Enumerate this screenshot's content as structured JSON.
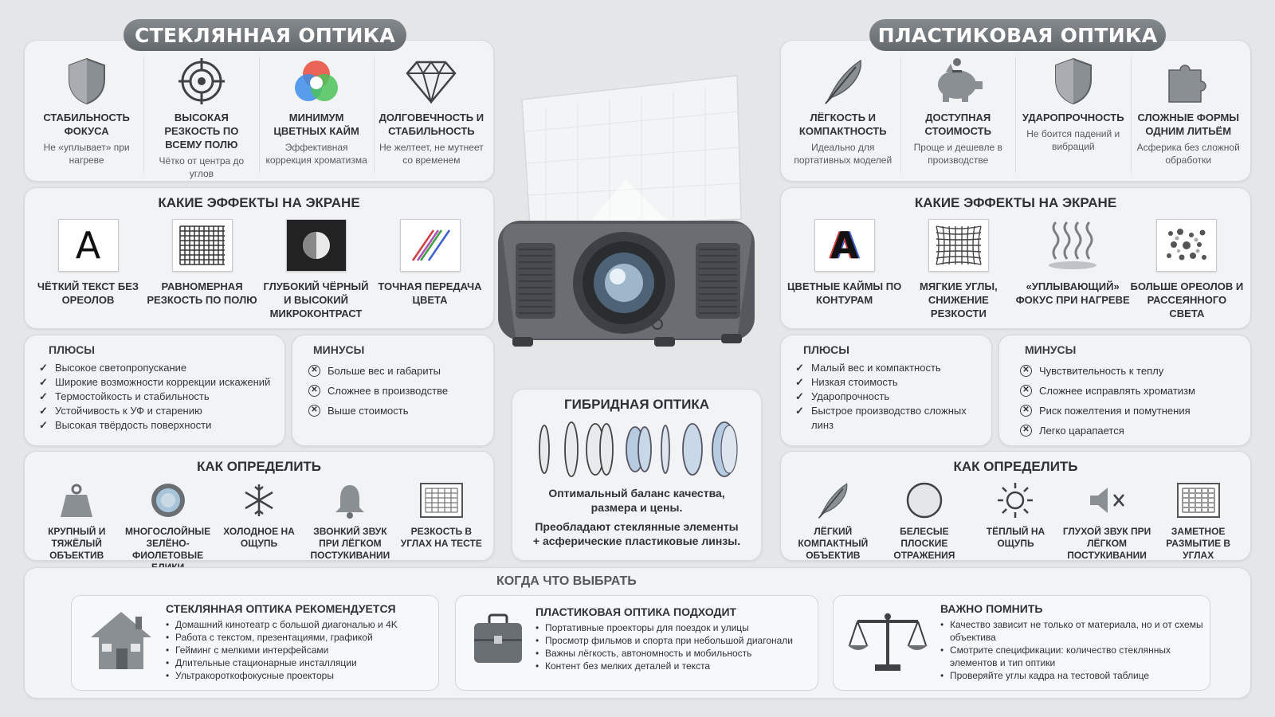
{
  "glass": {
    "title": "СТЕКЛЯННАЯ ОПТИКА",
    "features": [
      {
        "title": "СТАБИЛЬНОСТЬ ФОКУСА",
        "desc": "Не «уплывает» при нагреве"
      },
      {
        "title": "ВЫСОКАЯ РЕЗКОСТЬ ПО ВСЕМУ ПОЛЮ",
        "desc": "Чётко от центра до углов"
      },
      {
        "title": "МИНИМУМ ЦВЕТНЫХ КАЙМ",
        "desc": "Эффективная коррекция хроматизма"
      },
      {
        "title": "ДОЛГОВЕЧНОСТЬ И СТАБИЛЬНОСТЬ",
        "desc": "Не желтеет, не мутнеет со временем"
      }
    ],
    "effects_title": "КАКИЕ ЭФФЕКТЫ НА ЭКРАНЕ",
    "effects": [
      "ЧЁТКИЙ ТЕКСТ БЕЗ ОРЕОЛОВ",
      "РАВНОМЕРНАЯ РЕЗКОСТЬ ПО ПОЛЮ",
      "ГЛУБОКИЙ ЧЁРНЫЙ И ВЫСОКИЙ МИКРОКОНТРАСТ",
      "ТОЧНАЯ ПЕРЕДАЧА ЦВЕТА"
    ],
    "effect_letter": "A",
    "pros_title": "ПЛЮСЫ",
    "pros": [
      "Высокое светопропускание",
      "Широкие возможности коррекции искажений",
      "Термостойкость и стабильность",
      "Устойчивость к УФ и старению",
      "Высокая твёрдость поверхности"
    ],
    "cons_title": "МИНУСЫ",
    "cons": [
      "Больше вес и габариты",
      "Сложнее в производстве",
      "Выше стоимость"
    ],
    "how_title": "КАК ОПРЕДЕЛИТЬ",
    "how": [
      "КРУПНЫЙ И ТЯЖЁЛЫЙ ОБЪЕКТИВ",
      "МНОГОСЛОЙНЫЕ ЗЕЛЁНО-ФИОЛЕТОВЫЕ БЛИКИ",
      "ХОЛОДНОЕ НА ОЩУПЬ",
      "ЗВОНКИЙ ЗВУК ПРИ ЛЁГКОМ ПОСТУКИВАНИИ",
      "РЕЗКОСТЬ В УГЛАХ НА ТЕСТЕ"
    ]
  },
  "plastic": {
    "title": "ПЛАСТИКОВАЯ ОПТИКА",
    "features": [
      {
        "title": "ЛЁГКОСТЬ И КОМПАКТНОСТЬ",
        "desc": "Идеально для портативных моделей"
      },
      {
        "title": "ДОСТУПНАЯ СТОИМОСТЬ",
        "desc": "Проще и дешевле в производстве"
      },
      {
        "title": "УДАРОПРОЧНОСТЬ",
        "desc": "Не боится падений и вибраций"
      },
      {
        "title": "СЛОЖНЫЕ ФОРМЫ ОДНИМ ЛИТЬЁМ",
        "desc": "Асферика без сложной обработки"
      }
    ],
    "effects_title": "КАКИЕ ЭФФЕКТЫ НА ЭКРАНЕ",
    "effects": [
      "ЦВЕТНЫЕ КАЙМЫ ПО КОНТУРАМ",
      "МЯГКИЕ УГЛЫ, СНИЖЕНИЕ РЕЗКОСТИ",
      "«УПЛЫВАЮЩИЙ» ФОКУС ПРИ НАГРЕВЕ",
      "БОЛЬШЕ ОРЕОЛОВ И РАССЕЯННОГО СВЕТА"
    ],
    "effect_letter": "A",
    "pros_title": "ПЛЮСЫ",
    "pros": [
      "Малый вес и компактность",
      "Низкая стоимость",
      "Ударопрочность",
      "Быстрое производство сложных линз"
    ],
    "cons_title": "МИНУСЫ",
    "cons": [
      "Чувствительность к теплу",
      "Сложнее исправлять хроматизм",
      "Риск пожелтения и помутнения",
      "Легко царапается"
    ],
    "how_title": "КАК ОПРЕДЕЛИТЬ",
    "how": [
      "ЛЁГКИЙ КОМПАКТНЫЙ ОБЪЕКТИВ",
      "БЕЛЕСЫЕ ПЛОСКИЕ ОТРАЖЕНИЯ",
      "ТЁПЛЫЙ НА ОЩУПЬ",
      "ГЛУХОЙ ЗВУК ПРИ ЛЁГКОМ ПОСТУКИВАНИИ",
      "ЗАМЕТНОЕ РАЗМЫТИЕ В УГЛАХ"
    ]
  },
  "hybrid": {
    "title": "ГИБРИДНАЯ ОПТИКА",
    "text1": "Оптимальный баланс качества, размера и цены.",
    "text2": "Преобладают стеклянные элементы + асферические пластиковые линзы."
  },
  "choose": {
    "title": "КОГДА ЧТО ВЫБРАТЬ",
    "cards": [
      {
        "title": "СТЕКЛЯННАЯ ОПТИКА РЕКОМЕНДУЕТСЯ",
        "items": [
          "Домашний кинотеатр с большой диагональю и 4K",
          "Работа с текстом, презентациями, графикой",
          "Гейминг с мелкими интерфейсами",
          "Длительные стационарные инсталляции",
          "Ультракороткофокусные проекторы"
        ]
      },
      {
        "title": "ПЛАСТИКОВАЯ ОПТИКА ПОДХОДИТ",
        "items": [
          "Портативные проекторы для поездок и улицы",
          "Просмотр фильмов и спорта при небольшой диагонали",
          "Важны лёгкость, автономность и мобильность",
          "Контент без мелких деталей и текста"
        ]
      },
      {
        "title": "ВАЖНО ПОМНИТЬ",
        "items": [
          "Качество зависит не только от материала, но и от схемы объектива",
          "Смотрите спецификации: количество стеклянных элементов и тип оптики",
          "Проверяйте углы кадра на тестовой таблице"
        ]
      }
    ]
  },
  "colors": {
    "pill": "#6f7479",
    "panel": "#f2f3f4",
    "bg": "#e4e6e8",
    "text": "#2e3236"
  }
}
